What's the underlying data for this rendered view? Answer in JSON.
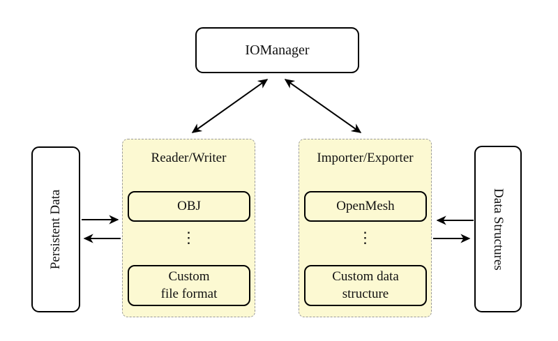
{
  "diagram": {
    "io_manager_label": "IOManager",
    "reader_writer": {
      "title": "Reader/Writer",
      "items": [
        "OBJ",
        "Custom\nfile format"
      ],
      "ellipsis": "⋮"
    },
    "importer_exporter": {
      "title": "Importer/Exporter",
      "items": [
        "OpenMesh",
        "Custom data\nstructure"
      ],
      "ellipsis": "⋮"
    },
    "persistent_data_label": "Persistent Data",
    "data_structures_label": "Data Structures",
    "colors": {
      "group_fill": "#FCF9D2",
      "group_border": "#9A9A9A",
      "box_border": "#000000",
      "arrow": "#000000",
      "background": "#FFFFFF"
    }
  }
}
